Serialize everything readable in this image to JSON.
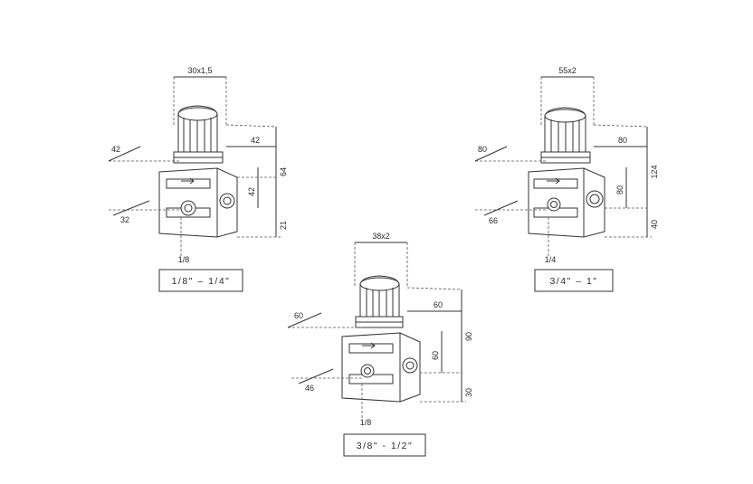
{
  "colors": {
    "line": "#333333",
    "background": "#ffffff"
  },
  "regulators": [
    {
      "size_label": "1/8\" – 1/4\"",
      "thread": "30x1,5",
      "side_left": "42",
      "side_right": "42",
      "body_height": "42",
      "total_height": "64",
      "bottom": "21",
      "depth": "32",
      "port": "1/8"
    },
    {
      "size_label": "3/4\" – 1\"",
      "thread": "55x2",
      "side_left": "80",
      "side_right": "80",
      "body_height": "80",
      "total_height": "124",
      "bottom": "40",
      "depth": "66",
      "port": "1/4"
    },
    {
      "size_label": "3/8\" - 1/2\"",
      "thread": "38x2",
      "side_left": "60",
      "side_right": "60",
      "body_height": "60",
      "total_height": "90",
      "bottom": "30",
      "depth": "46",
      "port": "1/8"
    }
  ]
}
